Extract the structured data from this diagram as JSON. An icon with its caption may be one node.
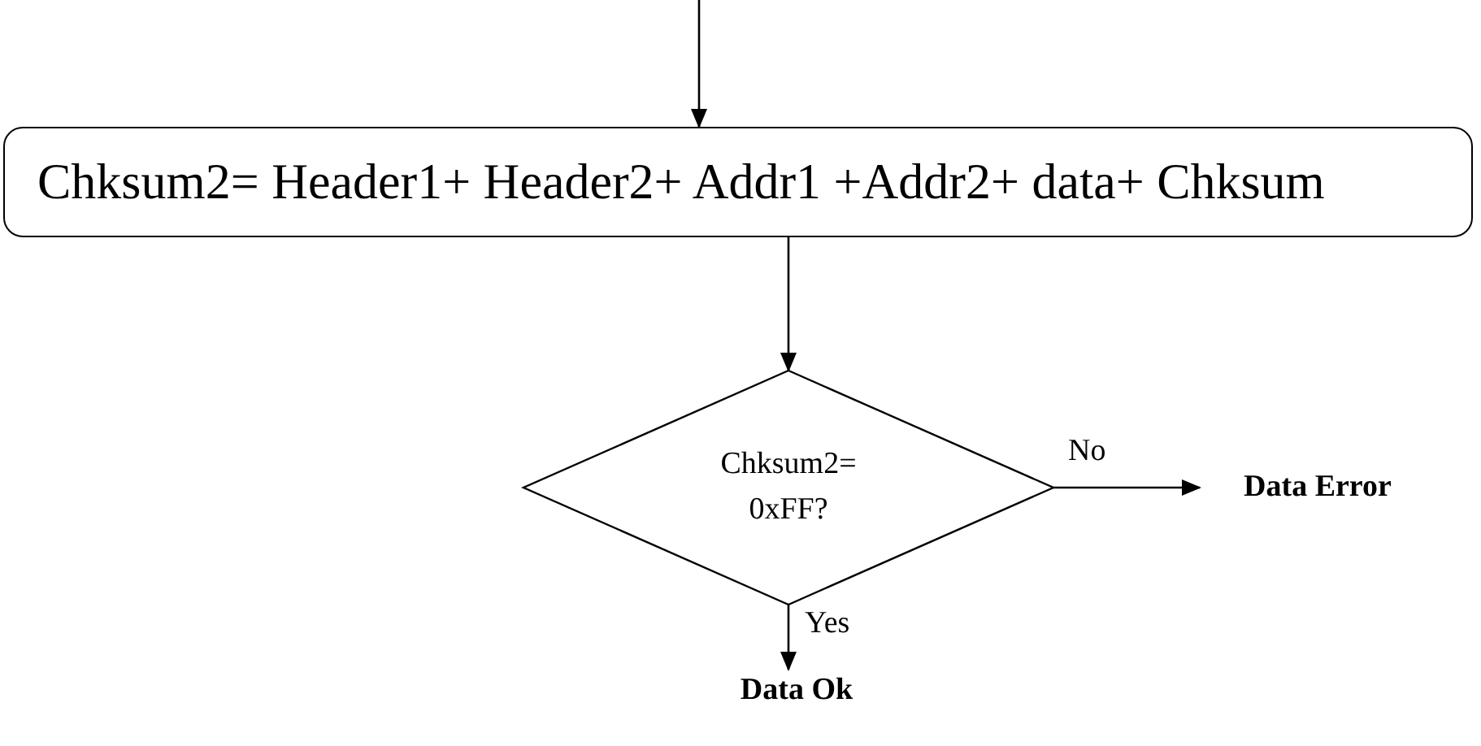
{
  "diagram": {
    "nodes": [
      {
        "text": [
          "Chksum2= Header1+ Header2+ Addr1 +Addr2+ data+ Chksum"
        ]
      },
      {
        "text": [
          "Chksum2= 0xFF?"
        ]
      },
      {
        "text": [
          "Data Error"
        ]
      },
      {
        "text": [
          "Data Ok"
        ]
      }
    ],
    "edges": [
      {
        "from": null,
        "to": 0,
        "arrow": "to"
      },
      {
        "from": 0,
        "to": 1,
        "arrow": "to"
      },
      {
        "from": 1,
        "to": 2,
        "arrow": "to",
        "label": "No"
      },
      {
        "from": 1,
        "to": 3,
        "arrow": "to",
        "label": "Yes"
      }
    ]
  }
}
